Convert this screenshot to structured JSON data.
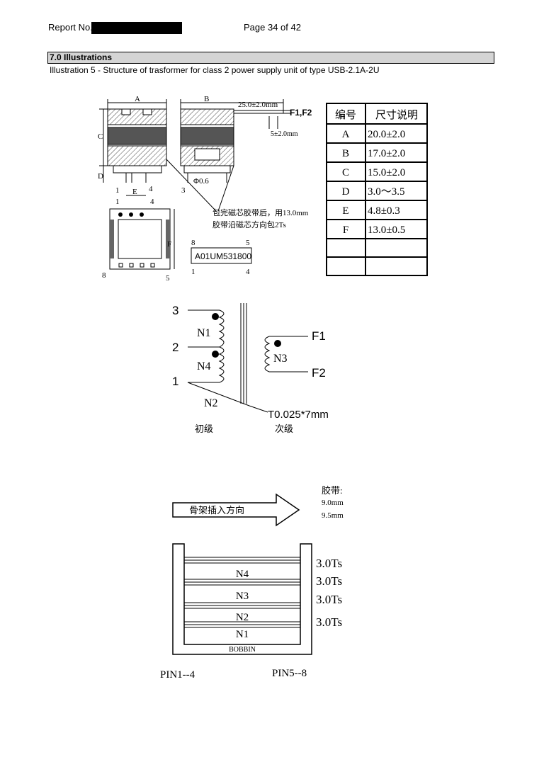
{
  "header": {
    "report_label": "Report No.",
    "page_label": "Page 34 of 42"
  },
  "section": {
    "title": "7.0 Illustrations",
    "caption": "Illustration 5 - Structure of trasformer for class 2 power supply unit of type USB-2.1A-2U"
  },
  "mech": {
    "dim_a": "A",
    "dim_b": "B",
    "dim_c": "C",
    "dim_d": "D",
    "dim_e": "E",
    "dim_f": "F",
    "lead_len": "25.0±2.0mm",
    "lead_name": "F1,F2",
    "lead_tip": "5±2.0mm",
    "pin_dia": "Φ0.6",
    "note_line1": "包完磁芯胶带后，用13.0mm",
    "note_line2": "胶带沿磁芯方向包2Ts",
    "part_no": "A01UM531800",
    "pins": {
      "p1": "1",
      "p3": "3",
      "p4": "4",
      "p5": "5",
      "p8": "8"
    }
  },
  "dim_table": {
    "headers": [
      "编号",
      "尺寸说明"
    ],
    "rows": [
      [
        "A",
        "20.0±2.0"
      ],
      [
        "B",
        "17.0±2.0"
      ],
      [
        "C",
        "15.0±2.0"
      ],
      [
        "D",
        "3.0～3.5"
      ],
      [
        "E",
        "4.8±0.3"
      ],
      [
        "F",
        "13.0±0.5"
      ],
      [
        "",
        ""
      ],
      [
        "",
        ""
      ]
    ]
  },
  "schematic": {
    "pin3": "3",
    "pin2": "2",
    "pin1": "1",
    "n1": "N1",
    "n4": "N4",
    "n2": "N2",
    "n3": "N3",
    "f1": "F1",
    "f2": "F2",
    "foil": "T0.025*7mm",
    "primary": "初级",
    "secondary": "次级"
  },
  "winding": {
    "insert_dir": "骨架插入方向",
    "tape_label": "胶带:",
    "tape1": "9.0mm",
    "tape2": "9.5mm",
    "layers": [
      "N4",
      "N3",
      "N2",
      "N1"
    ],
    "turns": [
      "3.0Ts",
      "3.0Ts",
      "3.0Ts",
      "3.0Ts"
    ],
    "bobbin": "BOBBIN",
    "pin_left": "PIN1--4",
    "pin_right": "PIN5--8"
  }
}
